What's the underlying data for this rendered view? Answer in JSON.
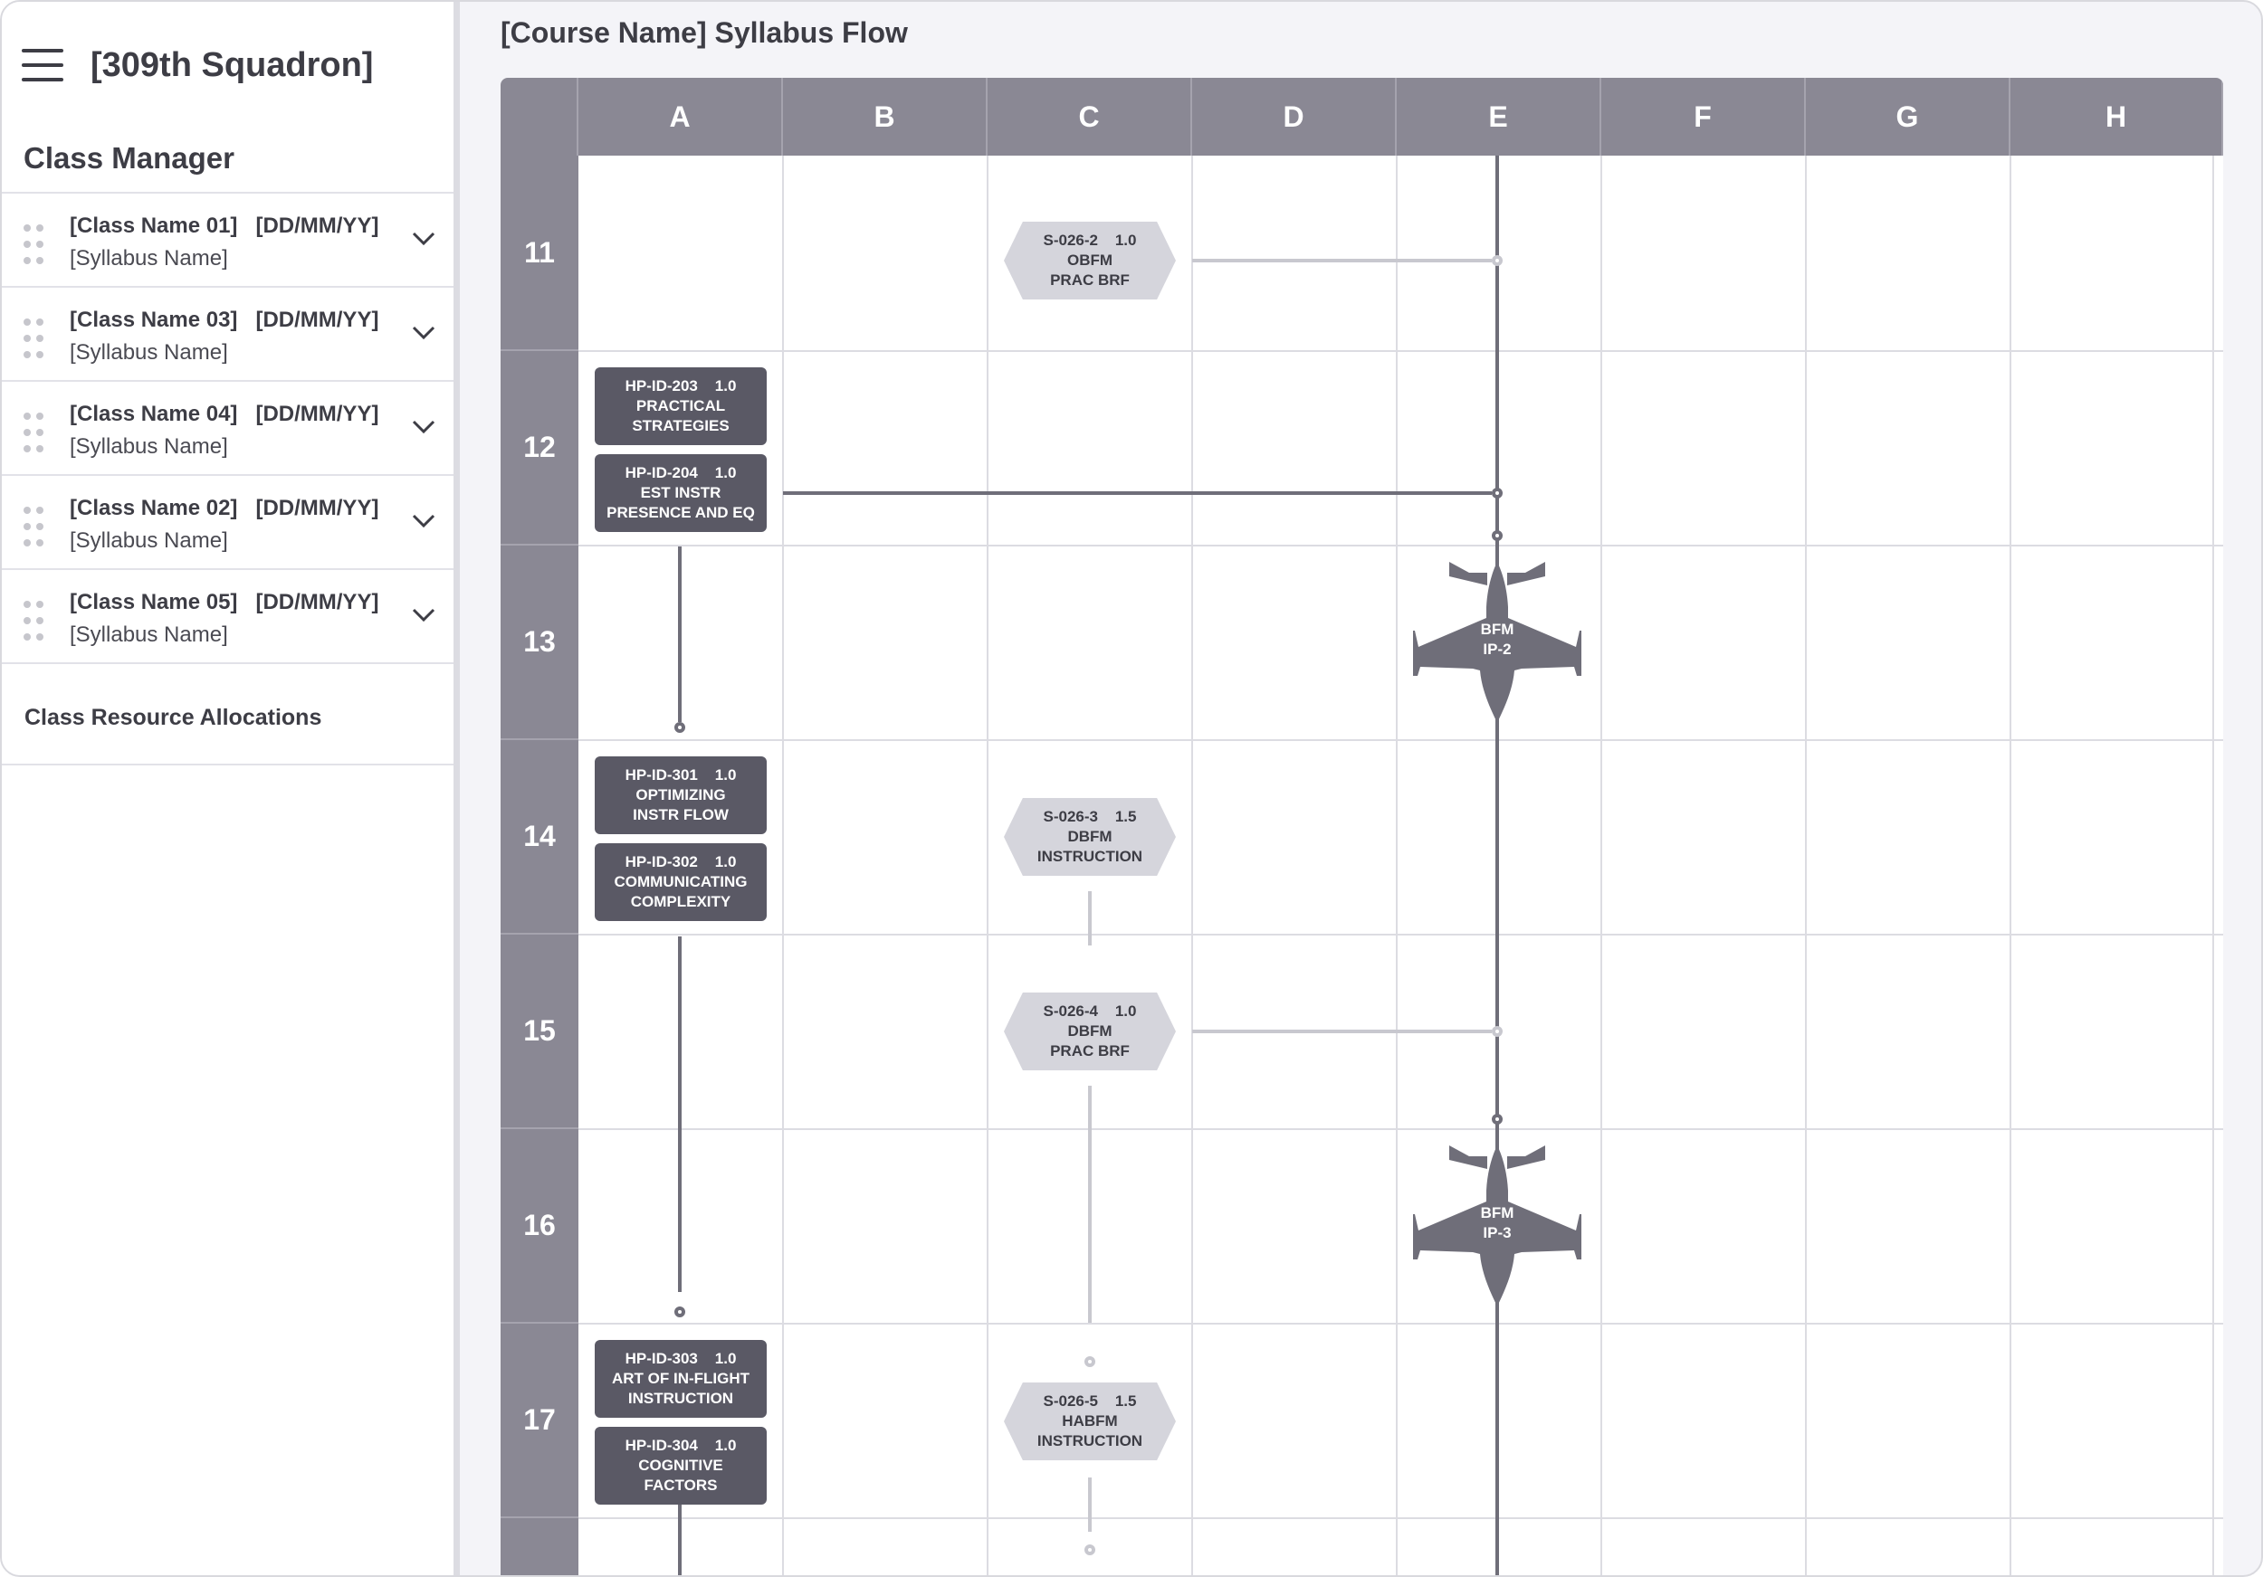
{
  "sidebar": {
    "squadron": "[309th Squadron]",
    "section_title": "Class Manager",
    "classes": [
      {
        "name": "[Class Name 01]",
        "date": "[DD/MM/YY]",
        "syllabus": "[Syllabus Name]"
      },
      {
        "name": "[Class Name 03]",
        "date": "[DD/MM/YY]",
        "syllabus": "[Syllabus Name]"
      },
      {
        "name": "[Class Name 04]",
        "date": "[DD/MM/YY]",
        "syllabus": "[Syllabus Name]"
      },
      {
        "name": "[Class Name 02]",
        "date": "[DD/MM/YY]",
        "syllabus": "[Syllabus Name]"
      },
      {
        "name": "[Class Name 05]",
        "date": "[DD/MM/YY]",
        "syllabus": "[Syllabus Name]"
      }
    ],
    "resource_link": "Class Resource Allocations"
  },
  "main": {
    "title": "[Course Name] Syllabus Flow",
    "columns": [
      "A",
      "B",
      "C",
      "D",
      "E",
      "F",
      "G",
      "H"
    ],
    "rows": [
      "11",
      "12",
      "13",
      "14",
      "15",
      "16",
      "17",
      ""
    ]
  },
  "nodes": {
    "hp203": {
      "code": "HP-ID-203    1.0",
      "l1": "PRACTICAL",
      "l2": "STRATEGIES"
    },
    "hp204": {
      "code": "HP-ID-204    1.0",
      "l1": "EST INSTR",
      "l2": "PRESENCE AND EQ"
    },
    "hp301": {
      "code": "HP-ID-301    1.0",
      "l1": "OPTIMIZING",
      "l2": "INSTR FLOW"
    },
    "hp302": {
      "code": "HP-ID-302    1.0",
      "l1": "COMMUNICATING",
      "l2": "COMPLEXITY"
    },
    "hp303": {
      "code": "HP-ID-303    1.0",
      "l1": "ART OF IN-FLIGHT",
      "l2": "INSTRUCTION"
    },
    "hp304": {
      "code": "HP-ID-304    1.0",
      "l1": "COGNITIVE",
      "l2": "FACTORS"
    },
    "s0262": {
      "code": "S-026-2    1.0",
      "l1": "OBFM",
      "l2": "PRAC BRF"
    },
    "s0263": {
      "code": "S-026-3    1.5",
      "l1": "DBFM",
      "l2": "INSTRUCTION"
    },
    "s0264": {
      "code": "S-026-4    1.0",
      "l1": "DBFM",
      "l2": "PRAC BRF"
    },
    "s0265": {
      "code": "S-026-5    1.5",
      "l1": "HABFM",
      "l2": "INSTRUCTION"
    },
    "ip2": {
      "l1": "BFM",
      "l2": "IP-2"
    },
    "ip3": {
      "l1": "BFM",
      "l2": "IP-3"
    }
  },
  "colors": {
    "header": "#8a8894",
    "node_dark": "#5a5965",
    "node_light": "#d5d5dc",
    "line_dark": "#6f6e79",
    "line_light": "#c8c8cf"
  }
}
